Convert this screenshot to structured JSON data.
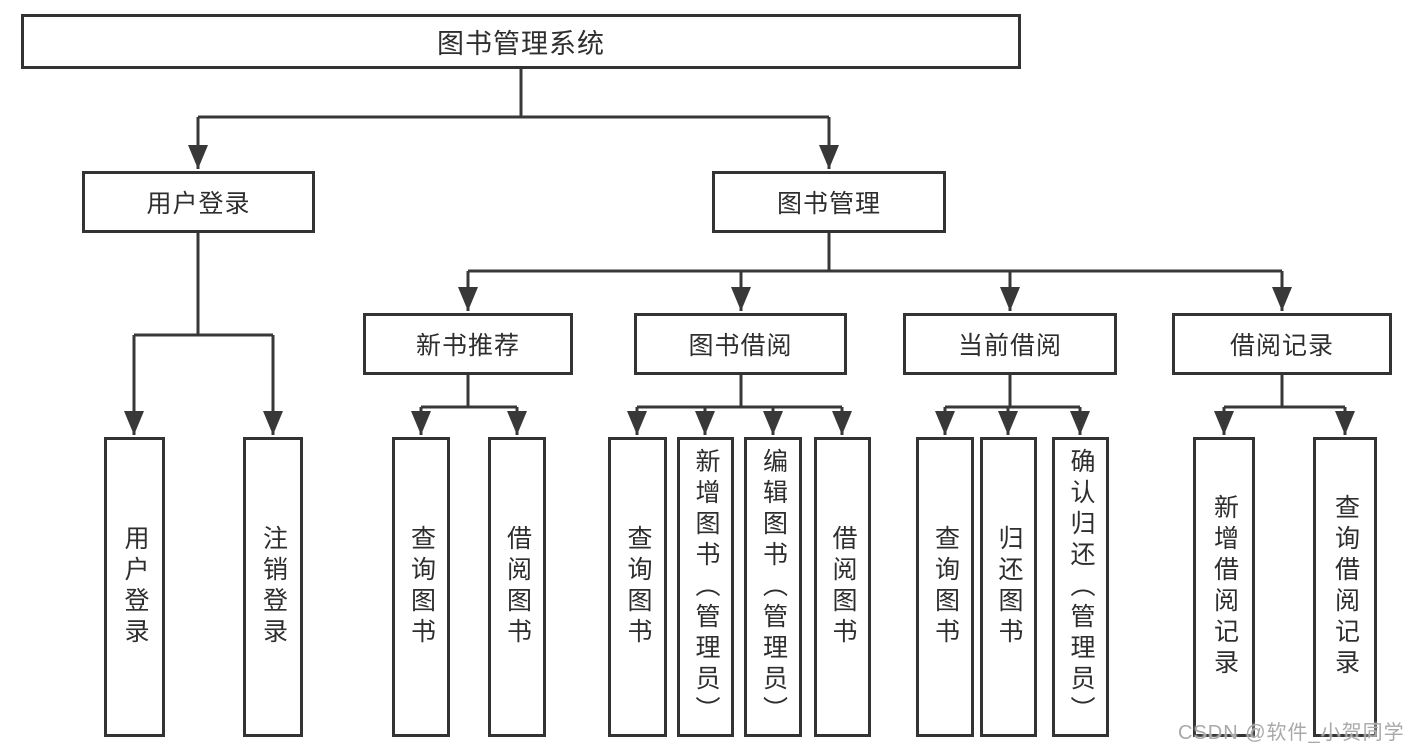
{
  "colors": {
    "line": "#383838",
    "border": "#333333",
    "text": "#2e2e2e",
    "watermark": "#a9a9a9",
    "bg": "#ffffff"
  },
  "nodes": {
    "root": {
      "label": "图书管理系统"
    },
    "user_login": {
      "label": "用户登录"
    },
    "book_management": {
      "label": "图书管理"
    },
    "new_book_recommend": {
      "label": "新书推荐"
    },
    "book_borrowing": {
      "label": "图书借阅"
    },
    "current_borrowing": {
      "label": "当前借阅"
    },
    "borrowing_records": {
      "label": "借阅记录"
    },
    "leaf_user_login": {
      "label": "用户登录"
    },
    "leaf_logout": {
      "label": "注销登录"
    },
    "leaf_nbr_query_books": {
      "label": "查询图书"
    },
    "leaf_nbr_borrow_books": {
      "label": "借阅图书"
    },
    "leaf_bb_query_books": {
      "label": "查询图书"
    },
    "leaf_bb_add_books_admin": {
      "label": "新增图书（管理员）"
    },
    "leaf_bb_edit_books_admin": {
      "label": "编辑图书（管理员）"
    },
    "leaf_bb_borrow_books": {
      "label": "借阅图书"
    },
    "leaf_cb_query_books": {
      "label": "查询图书"
    },
    "leaf_cb_return_books": {
      "label": "归还图书"
    },
    "leaf_cb_confirm_return_admin": {
      "label": "确认归还（管理员）"
    },
    "leaf_br_add_record": {
      "label": "新增借阅记录"
    },
    "leaf_br_query_record": {
      "label": "查询借阅记录"
    }
  },
  "watermark": {
    "text": "CSDN @软件_小贺同学"
  }
}
